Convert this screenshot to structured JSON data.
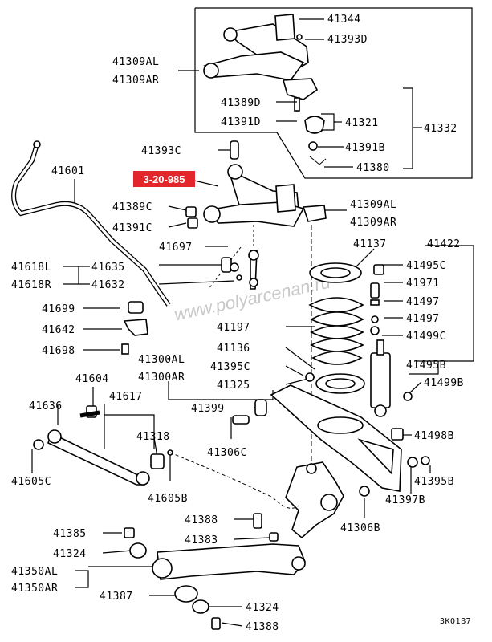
{
  "reference_badge": {
    "text": "3-20-985",
    "color": "#e3262b"
  },
  "watermark": "www.polyarcenan.ru",
  "diagram_code": "3KQ1B7",
  "labels": {
    "p41344": "41344",
    "p41393D": "41393D",
    "p41309AL_top": "41309AL",
    "p41309AR_top": "41309AR",
    "p41389D": "41389D",
    "p41391D": "41391D",
    "p41321": "41321",
    "p41332": "41332",
    "p41391B": "41391B",
    "p41380": "41380",
    "p41393C": "41393C",
    "p41601": "41601",
    "p41389C": "41389C",
    "p41391C": "41391C",
    "p41309AL_mid": "41309AL",
    "p41309AR_mid": "41309AR",
    "p41697": "41697",
    "p41137": "41137",
    "p41422": "41422",
    "p41618L": "41618L",
    "p41618R": "41618R",
    "p41635": "41635",
    "p41632": "41632",
    "p41495C": "41495C",
    "p41971": "41971",
    "p41699": "41699",
    "p41497a": "41497",
    "p41497b": "41497",
    "p41642": "41642",
    "p41499C": "41499C",
    "p41197": "41197",
    "p41698": "41698",
    "p41136": "41136",
    "p41300AL": "41300AL",
    "p41300AR": "41300AR",
    "p41395C": "41395C",
    "p41495B": "41495B",
    "p41604": "41604",
    "p41325": "41325",
    "p41499B": "41499B",
    "p41617": "41617",
    "p41636": "41636",
    "p41399": "41399",
    "p41318": "41318",
    "p41306C": "41306C",
    "p41498B": "41498B",
    "p41605C": "41605C",
    "p41605B": "41605B",
    "p41395B": "41395B",
    "p41397B": "41397B",
    "p41388a": "41388",
    "p41306B": "41306B",
    "p41385": "41385",
    "p41383": "41383",
    "p41324a": "41324",
    "p41350AL": "41350AL",
    "p41350AR": "41350AR",
    "p41387": "41387",
    "p41324b": "41324",
    "p41388b": "41388"
  }
}
